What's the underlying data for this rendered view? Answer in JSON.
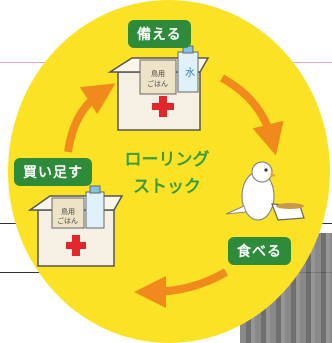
{
  "badges": {
    "top": "備える",
    "left": "買い足す",
    "right": "食べる"
  },
  "center": {
    "line1": "ローリング",
    "line2": "ストック"
  },
  "box_labels": {
    "top_box": "鳥用",
    "top_box_sub": "ごはん",
    "top_bottle": "水",
    "left_box": "鳥用",
    "left_box_sub": "ごはん"
  },
  "colors": {
    "circle": "#fbe224",
    "badge": "#2e8b3a",
    "arrow": "#f08a1c",
    "center_text": "#3c9b3f",
    "cross": "#e2262b"
  }
}
